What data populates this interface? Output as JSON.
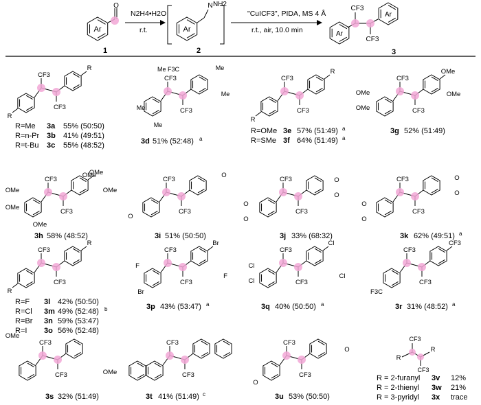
{
  "scheme": {
    "step1_reagent": "N2H4•H2O",
    "step1_condition": "r.t.",
    "step2_reagent": "\"CuICF3\", PIDA, MS 4 Å",
    "step2_condition": "r.t., air, 10.0 min",
    "cmpd1": "1",
    "cmpd2": "2",
    "cmpd3": "3",
    "ring_label": "Ar"
  },
  "compounds": {
    "3a": {
      "id": "3a",
      "r": "R=Me",
      "result": "55% (50:50)"
    },
    "3b": {
      "id": "3b",
      "r": "R=n-Pr",
      "result": "41% (49:51)"
    },
    "3c": {
      "id": "3c",
      "r": "R=t-Bu",
      "result": "55% (48:52)"
    },
    "3d": {
      "id": "3d",
      "result": "51% (52:48)",
      "note": "a"
    },
    "3e": {
      "id": "3e",
      "r": "R=OMe",
      "result": "57% (51:49)",
      "note": "a"
    },
    "3f": {
      "id": "3f",
      "r": "R=SMe",
      "result": "64% (51:49)",
      "note": "a"
    },
    "3g": {
      "id": "3g",
      "result": "52% (51:49)"
    },
    "3h": {
      "id": "3h",
      "result": "58% (48:52)"
    },
    "3i": {
      "id": "3i",
      "result": "51% (50:50)"
    },
    "3j": {
      "id": "3j",
      "result": "33% (68:32)"
    },
    "3k": {
      "id": "3k",
      "result": "62% (49:51)",
      "note": "a"
    },
    "3l": {
      "id": "3l",
      "r": "R=F",
      "result": "42% (50:50)"
    },
    "3m": {
      "id": "3m",
      "r": "R=Cl",
      "result": "49% (52:48)",
      "note": "b"
    },
    "3n": {
      "id": "3n",
      "r": "R=Br",
      "result": "59% (53:47)"
    },
    "3o": {
      "id": "3o",
      "r": "R=I",
      "result": "56% (52:48)"
    },
    "3p": {
      "id": "3p",
      "result": "43% (53:47)",
      "note": "a"
    },
    "3q": {
      "id": "3q",
      "result": "40% (50:50)",
      "note": "a"
    },
    "3r": {
      "id": "3r",
      "result": "31% (48:52)",
      "note": "a"
    },
    "3s": {
      "id": "3s",
      "result": "32% (51:49)"
    },
    "3t": {
      "id": "3t",
      "result": "41% (51:49)",
      "note": "c"
    },
    "3u": {
      "id": "3u",
      "result": "53% (50:50)"
    },
    "3v": {
      "id": "3v",
      "r": "R = 2-furanyl",
      "result": "12%"
    },
    "3w": {
      "id": "3w",
      "r": "R = 2-thienyl",
      "result": "21%"
    },
    "3x": {
      "id": "3x",
      "r": "R = 3-pyridyl",
      "result": "trace"
    }
  },
  "atoms": {
    "cf3": "CF3",
    "me": "Me",
    "ome": "OMe",
    "f": "F",
    "br": "Br",
    "cl": "Cl",
    "r": "R",
    "o": "O",
    "nh2": "NH2",
    "n": "N",
    "f3c": "F3C",
    "me3c": "Me F3C"
  },
  "colors": {
    "highlight": "#f2a7d6",
    "line": "#000000"
  }
}
